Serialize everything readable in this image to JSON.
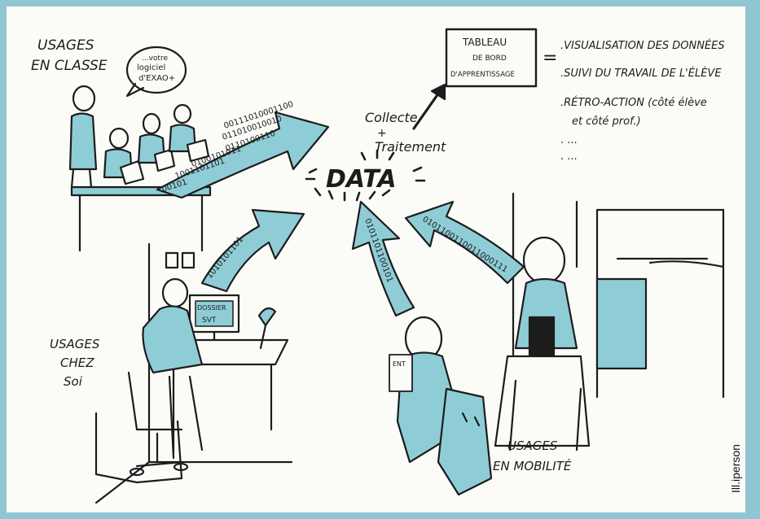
{
  "labels": {
    "usages_classe_1": "USAGES",
    "usages_classe_2": "EN CLASSE",
    "bubble_1": "...votre",
    "bubble_2": "logiciel",
    "bubble_3": "d'EXAO+",
    "tableau_1": "TABLEAU",
    "tableau_2": "DE BORD",
    "tableau_3": "D'APPRENTISSAGE",
    "equals": "=",
    "list_1": ".VISUALISATION DES DONNÉES",
    "list_2": ".SUIVI DU TRAVAIL DE L'ÉLÈVE",
    "list_3": ".RÉTRO-ACTION (côté élève",
    "list_3b": "et côté prof.)",
    "list_4": ". ...",
    "list_5": ". ...",
    "collecte_1": "Collecte",
    "collecte_2": "+",
    "collecte_3": "Traitement",
    "data": "DATA",
    "chez_1": "USAGES",
    "chez_2": "CHEZ",
    "chez_3": "Soi",
    "mobilite_1": "USAGES",
    "mobilite_2": "EN MOBILITÉ",
    "screen_1": "DOSSIER",
    "screen_2": "SVT",
    "phone": "ENT",
    "credit": "Ill.iperson"
  },
  "binary": {
    "class_stream_1": "00111010001100",
    "class_stream_2": "011010010010",
    "class_stream_3": "0110100110",
    "class_stream_4": "0100101011",
    "class_stream_5": "1001101101",
    "class_stream_6": "00101",
    "home_stream": "1010101101",
    "girl_stream": "0101101100101",
    "boy_stream": "0101100110011000111"
  },
  "colors": {
    "frame": "#8fc6d3",
    "accent": "#8fcdd6",
    "ink": "#1c1c1c"
  }
}
